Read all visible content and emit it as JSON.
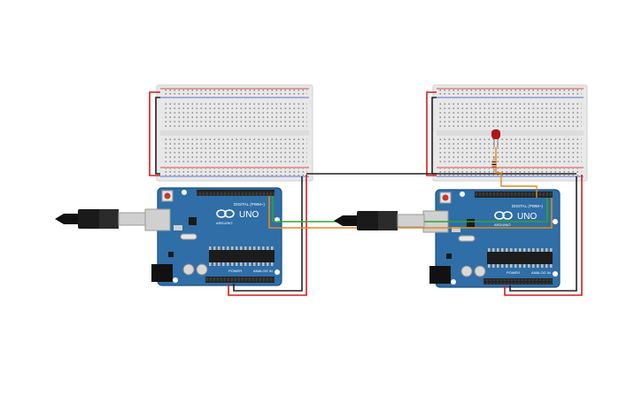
{
  "boards": [
    {
      "logo_text": "UNO",
      "brand_text": "ARDUINO",
      "digital_label": "DIGITAL (PWM~)",
      "power_label": "POWER",
      "analog_label": "ANALOG IN"
    },
    {
      "logo_text": "UNO",
      "brand_text": "ARDUINO",
      "digital_label": "DIGITAL (PWM~)",
      "power_label": "POWER",
      "analog_label": "ANALOG IN"
    }
  ],
  "colors": {
    "board": "#2f6ea6",
    "board_edge": "#1f5283",
    "breadboard": "#e8e8e8",
    "wire_red": "#d01e1e",
    "wire_black": "#222222",
    "wire_green": "#2fa52f",
    "wire_orange": "#e08a1c",
    "led": "#b01616",
    "usb_plug": "#111111",
    "usb_metal": "#d0d0d0"
  },
  "components": [
    "breadboard-left",
    "breadboard-right",
    "arduino-uno-left",
    "arduino-uno-right",
    "usb-cable-left",
    "usb-cable-right",
    "red-led",
    "resistor"
  ]
}
